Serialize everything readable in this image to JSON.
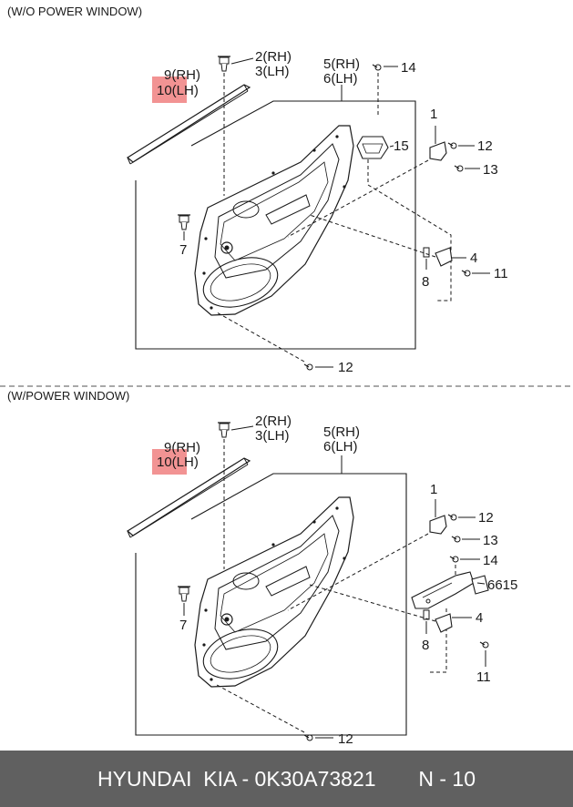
{
  "colors": {
    "highlight": "#f08080",
    "footer_bg": "#606060",
    "footer_text": "#ffffff",
    "line": "#1a1a1a"
  },
  "sections": [
    {
      "title": "(W/O POWER WINDOW)",
      "callouts": {
        "c1": "1",
        "c2": "2(RH)",
        "c3": "3(LH)",
        "c4": "4",
        "c5": "5(RH)",
        "c6": "6(LH)",
        "c7": "7",
        "c8": "8",
        "c9": "9(RH)",
        "c10": "10(LH)",
        "c11": "11",
        "c12a": "12",
        "c12b": "12",
        "c13": "13",
        "c14": "14",
        "c15": "15"
      }
    },
    {
      "title": "(W/POWER WINDOW)",
      "callouts": {
        "c1": "1",
        "c2": "2(RH)",
        "c3": "3(LH)",
        "c4": "4",
        "c5": "5(RH)",
        "c6": "6(LH)",
        "c7": "7",
        "c8": "8",
        "c9": "9(RH)",
        "c10": "10(LH)",
        "c11": "11",
        "c12a": "12",
        "c12b": "12",
        "c13": "13",
        "c14": "14",
        "c6615": "6615"
      }
    }
  ],
  "footer": {
    "part_text": "HYUNDAI  KIA - 0K30A73821",
    "page_text": "N - 10"
  }
}
